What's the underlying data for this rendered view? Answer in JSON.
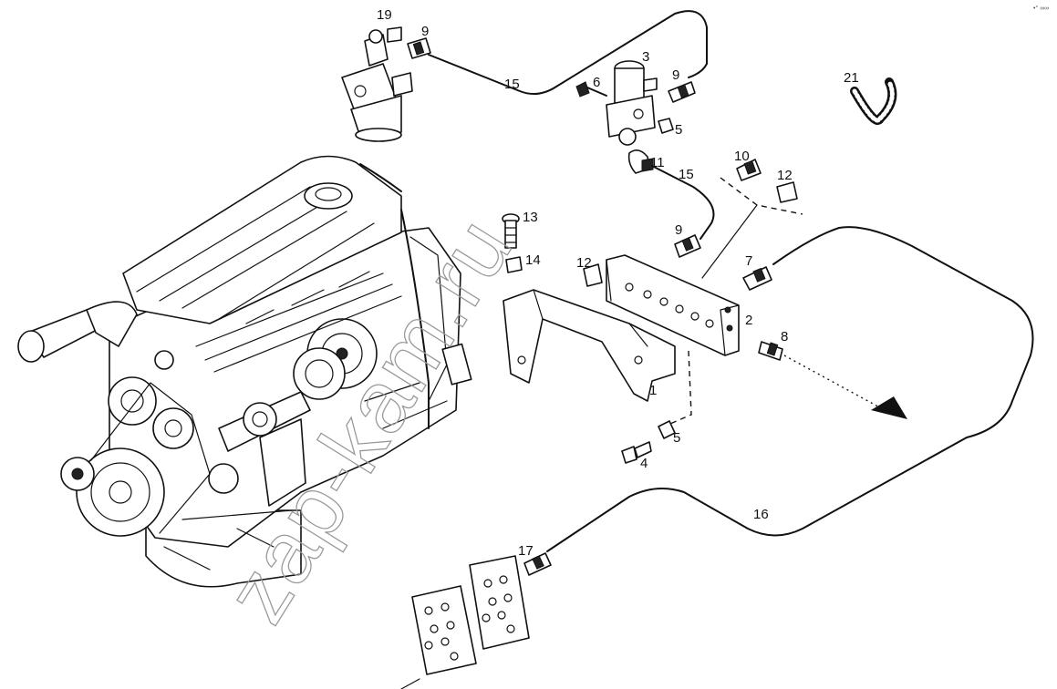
{
  "watermark": "zap-kam.ru",
  "corner_mark": "•° ∞∞",
  "callouts": [
    {
      "id": "c19",
      "label": "19"
    },
    {
      "id": "c9a",
      "label": "9"
    },
    {
      "id": "c15a",
      "label": "15"
    },
    {
      "id": "c3",
      "label": "3"
    },
    {
      "id": "c6",
      "label": "6"
    },
    {
      "id": "c9b",
      "label": "9"
    },
    {
      "id": "c5a",
      "label": "5"
    },
    {
      "id": "c21",
      "label": "21"
    },
    {
      "id": "c10",
      "label": "10"
    },
    {
      "id": "c11",
      "label": "11"
    },
    {
      "id": "c15b",
      "label": "15"
    },
    {
      "id": "c12a",
      "label": "12"
    },
    {
      "id": "c13",
      "label": "13"
    },
    {
      "id": "c9c",
      "label": "9"
    },
    {
      "id": "c14",
      "label": "14"
    },
    {
      "id": "c12b",
      "label": "12"
    },
    {
      "id": "c7",
      "label": "7"
    },
    {
      "id": "c2",
      "label": "2"
    },
    {
      "id": "c8",
      "label": "8"
    },
    {
      "id": "c1",
      "label": "1"
    },
    {
      "id": "c5b",
      "label": "5"
    },
    {
      "id": "c4",
      "label": "4"
    },
    {
      "id": "c16",
      "label": "16"
    },
    {
      "id": "c17",
      "label": "17"
    }
  ]
}
